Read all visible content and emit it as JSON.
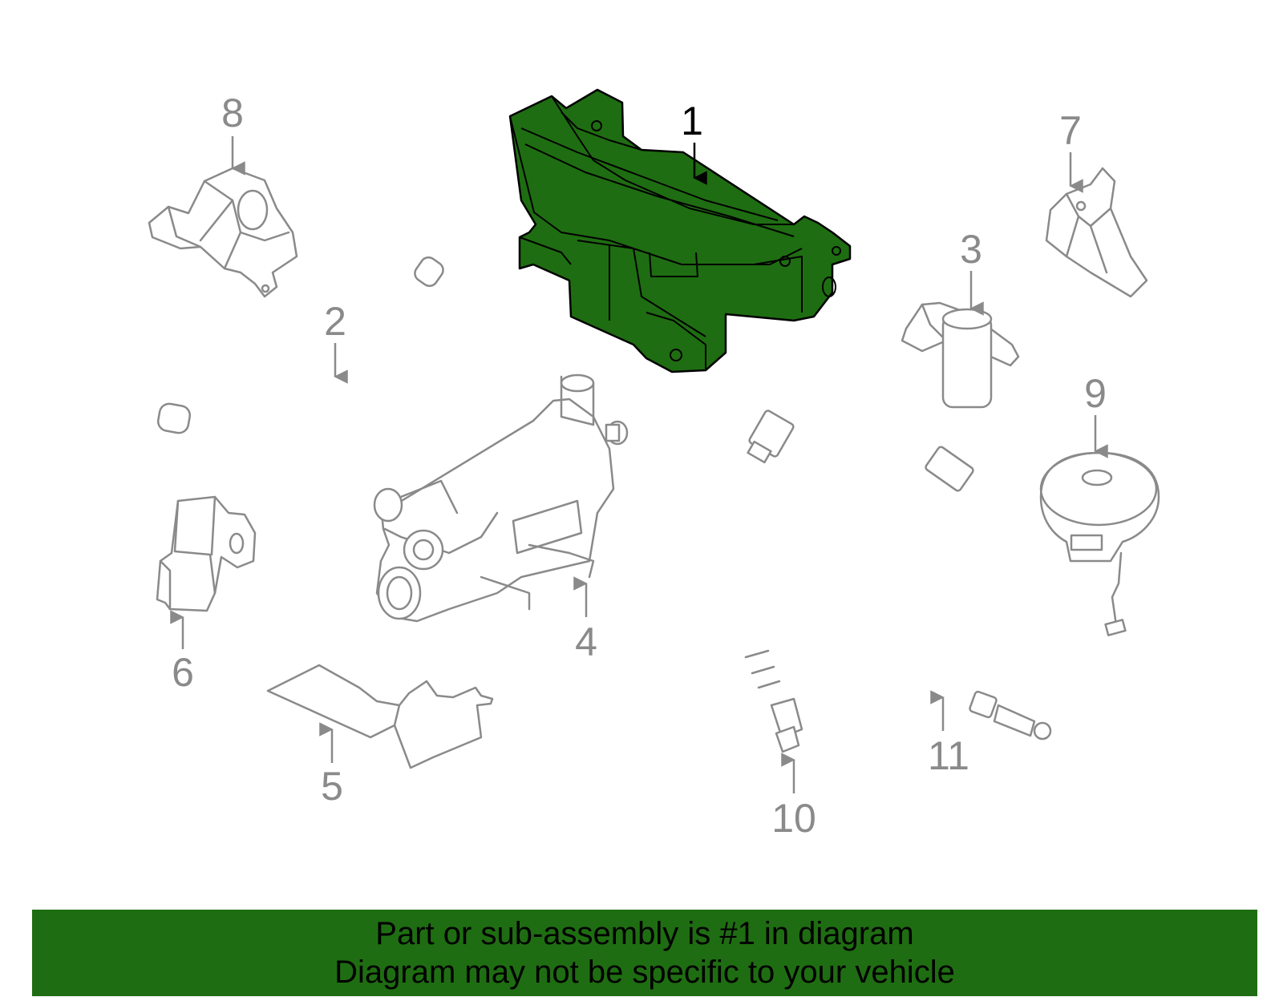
{
  "diagram": {
    "callouts": [
      {
        "id": "1",
        "label": "1",
        "highlighted": true
      },
      {
        "id": "2",
        "label": "2",
        "highlighted": false
      },
      {
        "id": "3",
        "label": "3",
        "highlighted": false
      },
      {
        "id": "4",
        "label": "4",
        "highlighted": false
      },
      {
        "id": "5",
        "label": "5",
        "highlighted": false
      },
      {
        "id": "6",
        "label": "6",
        "highlighted": false
      },
      {
        "id": "7",
        "label": "7",
        "highlighted": false
      },
      {
        "id": "8",
        "label": "8",
        "highlighted": false
      },
      {
        "id": "9",
        "label": "9",
        "highlighted": false
      },
      {
        "id": "10",
        "label": "10",
        "highlighted": false
      },
      {
        "id": "11",
        "label": "11",
        "highlighted": false
      }
    ],
    "highlight_color": "#1f6d12",
    "part_line_color": "#8a8a8a"
  },
  "banner": {
    "line1": "Part or sub-assembly is #1 in diagram",
    "line2": "Diagram may not be specific to your vehicle",
    "background": "#1f6d12",
    "text_color": "#000000"
  }
}
